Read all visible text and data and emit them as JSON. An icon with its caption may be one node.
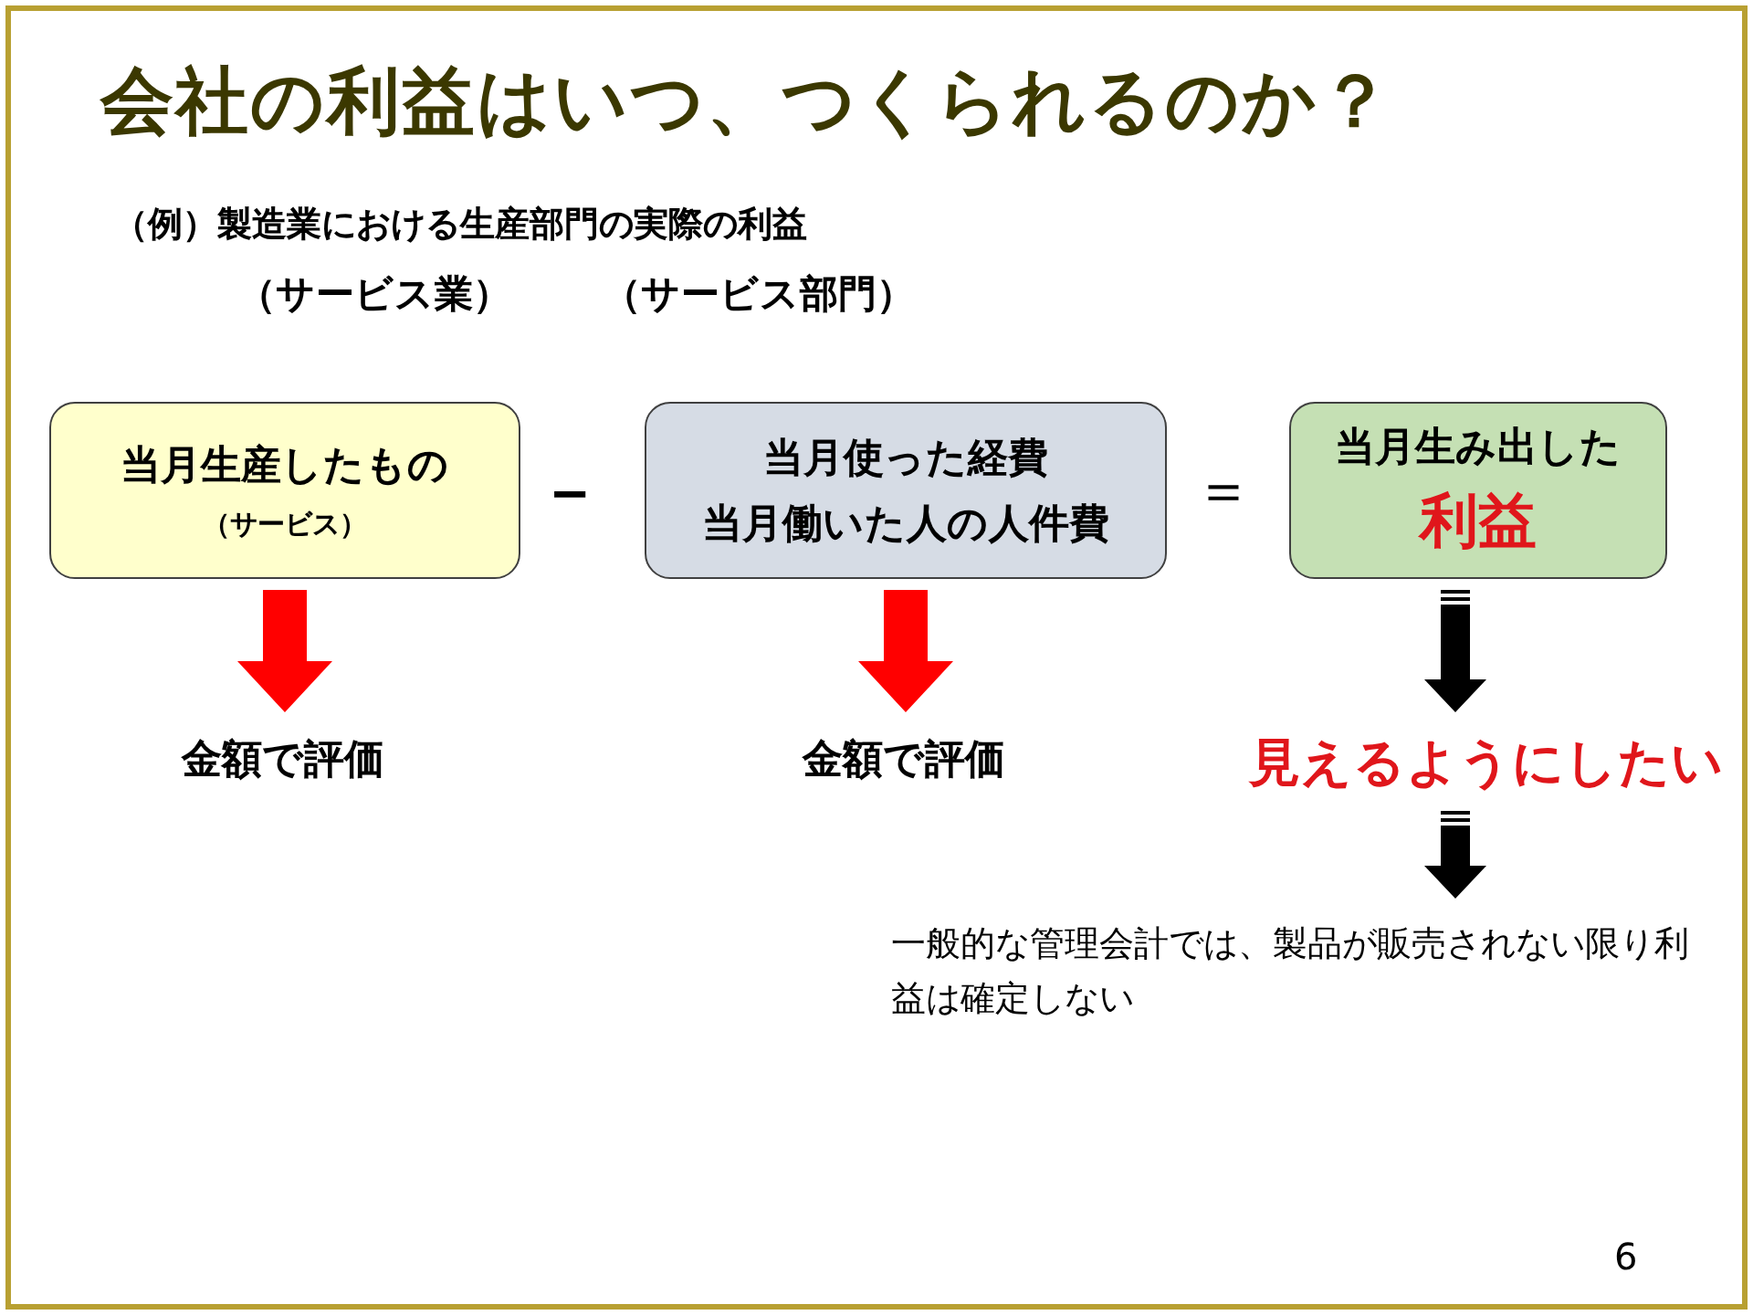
{
  "diagram": {
    "title": "会社の利益はいつ、つくられるのか？",
    "nodes": [
      {
        "text": [
          "当月生産したもの",
          "（サービス）"
        ]
      },
      {
        "text": [
          "当月使った経費",
          "当月働いた人の人件費"
        ]
      },
      {
        "text": [
          "当月生み出した",
          "利益"
        ]
      },
      {
        "text": [
          "金額で評価"
        ]
      },
      {
        "text": [
          "金額で評価"
        ]
      },
      {
        "text": [
          "見えるようにしたい"
        ]
      },
      {
        "text": [
          "一般的な管理会計では、製品が販売されない限り利益は確定しない"
        ]
      }
    ],
    "edges": [
      {
        "from": 0,
        "to": 3,
        "arrow": "to",
        "color": "#ff0000"
      },
      {
        "from": 1,
        "to": 4,
        "arrow": "to",
        "color": "#ff0000"
      },
      {
        "from": 2,
        "to": 5,
        "arrow": "to",
        "color": "#000000"
      },
      {
        "from": 5,
        "to": 6,
        "arrow": "to",
        "color": "#000000"
      }
    ],
    "labels": [
      "（例）製造業における生産部門の実際の利益",
      "（サービス業）",
      "（サービス部門）",
      "－",
      "＝",
      "6"
    ]
  }
}
